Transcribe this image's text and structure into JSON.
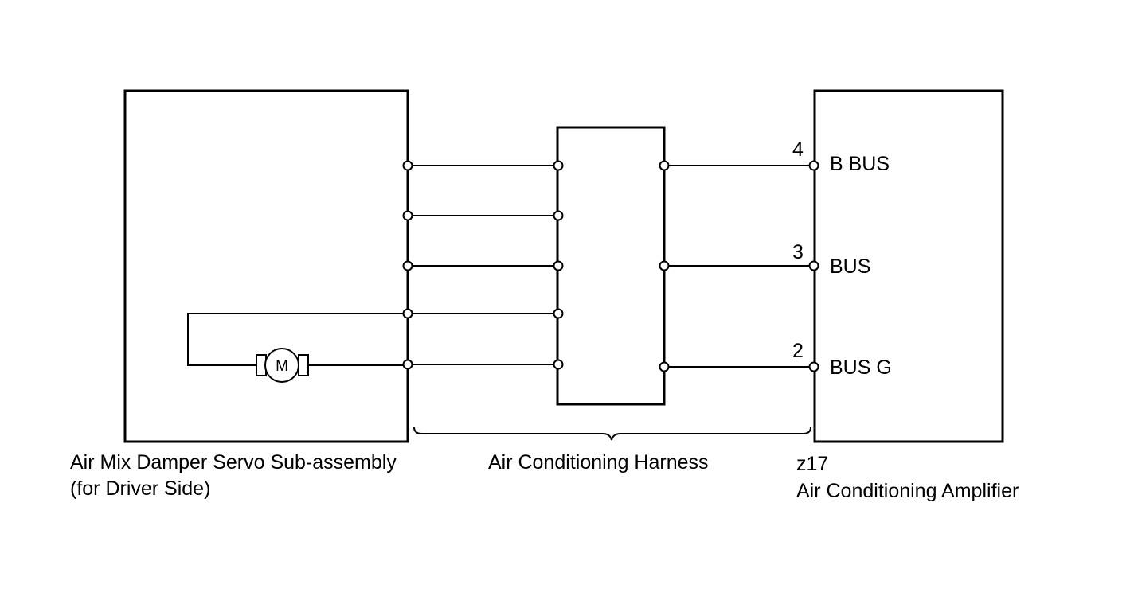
{
  "diagram": {
    "servo": {
      "line1": "Air Mix Damper Servo Sub-assembly",
      "line2": "(for Driver Side)",
      "motor_label": "M"
    },
    "harness": {
      "label": "Air Conditioning Harness"
    },
    "amplifier": {
      "connector": "z17",
      "name": "Air Conditioning Amplifier",
      "pins": [
        {
          "number": "4",
          "signal": "B BUS"
        },
        {
          "number": "3",
          "signal": "BUS"
        },
        {
          "number": "2",
          "signal": "BUS G"
        }
      ]
    }
  }
}
